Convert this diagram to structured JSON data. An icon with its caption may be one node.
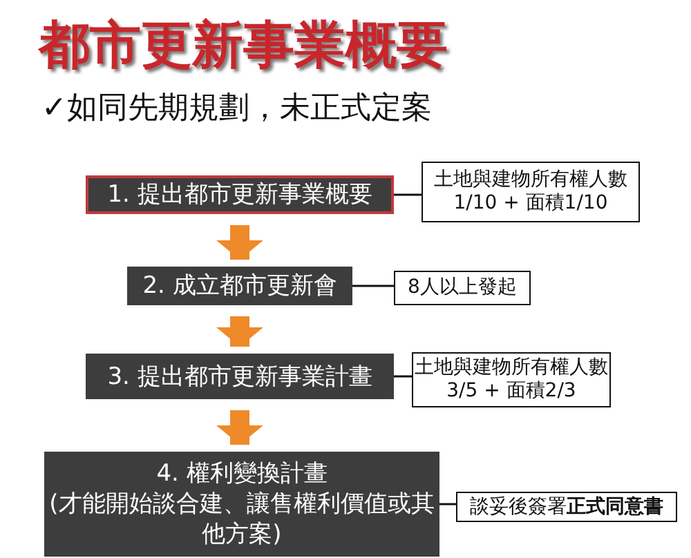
{
  "diagram": {
    "title": "都市更新事業概要",
    "nodes": [
      {
        "text": [
          "1. 提出都市更新事業概要"
        ]
      },
      {
        "text": [
          "土地與建物所有權人數1/10 + 面積1/10"
        ]
      },
      {
        "text": [
          "2. 成立都市更新會"
        ]
      },
      {
        "text": [
          "8人以上發起"
        ]
      },
      {
        "text": [
          "3. 提出都市更新事業計畫"
        ]
      },
      {
        "text": [
          "土地與建物所有權人數3/5 + 面積2/3"
        ]
      },
      {
        "text": [
          "4. 權利變換計畫",
          "(才能開始談合建、讓售權利價值或其他方案)"
        ]
      },
      {
        "text": [
          "談妥後簽署**正式同意書**"
        ]
      }
    ],
    "edges": [
      {
        "from": 0,
        "to": 2,
        "arrow": "to",
        "style": "thick",
        "color": "#ee8a2a"
      },
      {
        "from": 2,
        "to": 4,
        "arrow": "to",
        "style": "thick",
        "color": "#ee8a2a"
      },
      {
        "from": 4,
        "to": 6,
        "arrow": "to",
        "style": "thick",
        "color": "#ee8a2a"
      },
      {
        "from": 0,
        "to": 1,
        "arrow": "none"
      },
      {
        "from": 2,
        "to": 3,
        "arrow": "none"
      },
      {
        "from": 4,
        "to": 5,
        "arrow": "none"
      },
      {
        "from": 6,
        "to": 7,
        "arrow": "none"
      }
    ],
    "labels": [
      "✓如同先期規劃，未正式定案"
    ]
  }
}
